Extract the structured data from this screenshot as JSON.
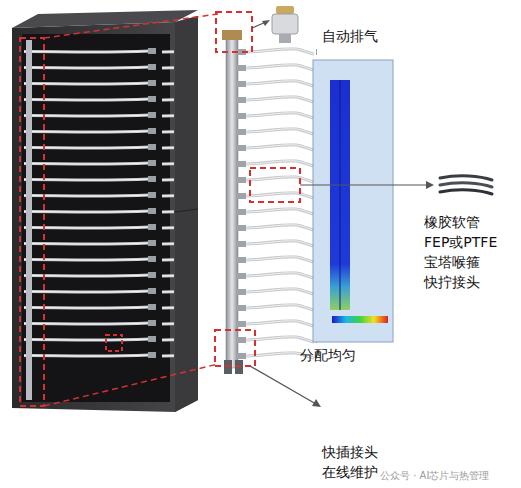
{
  "diagram": {
    "labels": [
      "自动排气",
      "橡胶软管 FEP或PTFE 宝塔喉箍 快拧接头",
      "分配均匀",
      "快插接头 在线维护",
      "公众号 · AI芯片与热管理"
    ]
  }
}
